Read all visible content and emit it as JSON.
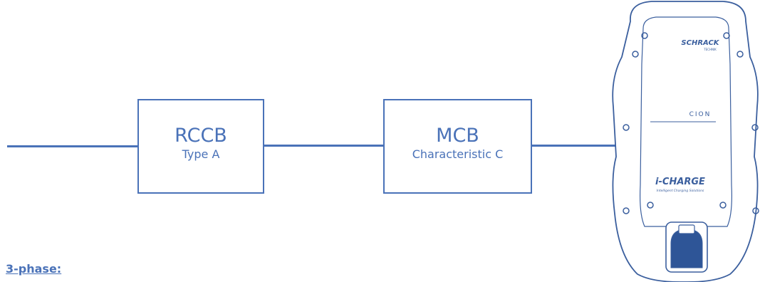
{
  "diagram": {
    "boxes": [
      {
        "name": "RCCB",
        "sub": "Type A"
      },
      {
        "name": "MCB",
        "sub": "Characteristic C"
      }
    ],
    "phase_label": "3-phase:"
  },
  "charger": {
    "brand": "SCHRACK",
    "brand_sub": "TECHNIK",
    "model": "CION",
    "logo": "i-CHARGE",
    "tagline": "Intelligent Charging Solutions",
    "icon": "ev-charger-icon"
  },
  "colors": {
    "accent": "#4a72b8",
    "charger_outline": "#3b5f9e"
  }
}
